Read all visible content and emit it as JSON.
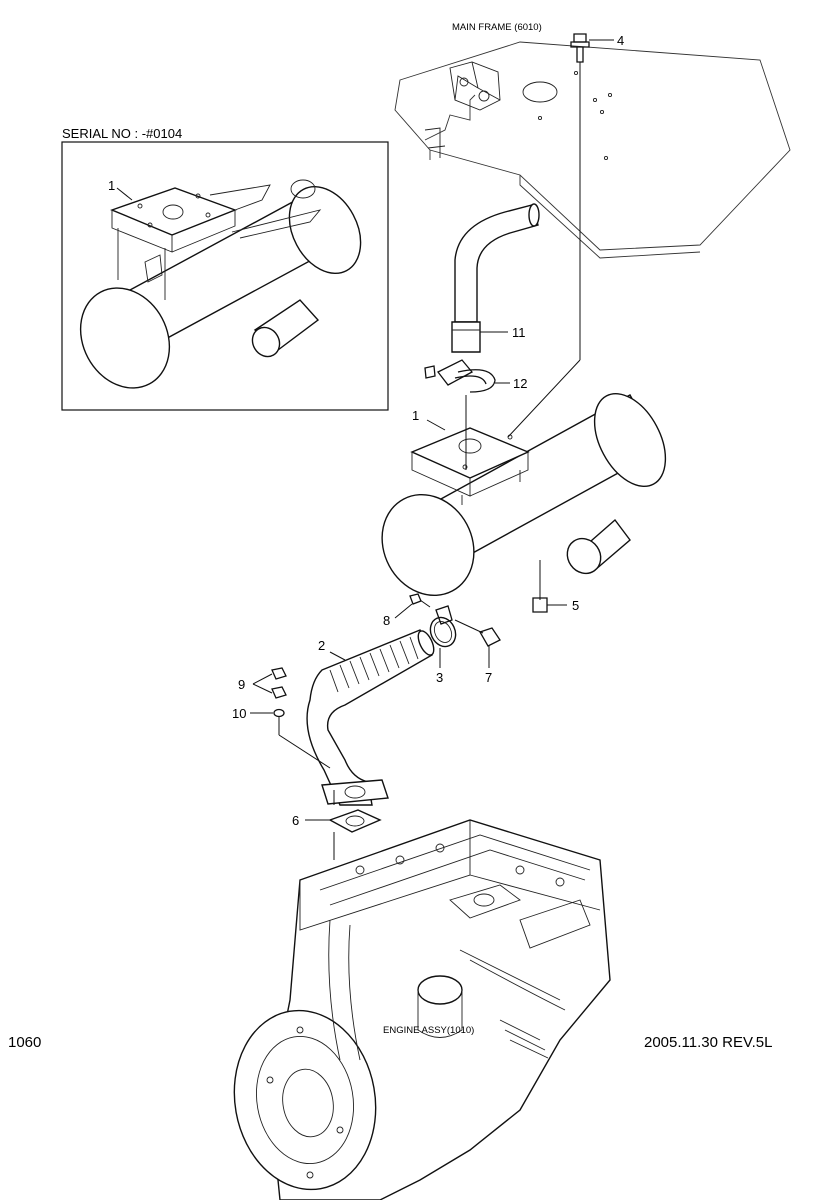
{
  "header": {
    "main_frame_ref": "MAIN FRAME (6010)",
    "serial_note": "SERIAL NO : -#0104"
  },
  "engine_ref": "ENGINE ASSY(1010)",
  "footer": {
    "page_number": "1060",
    "revision": "2005.11.30  REV.5L"
  },
  "callouts": {
    "inset_1": "1",
    "p1": "1",
    "p2": "2",
    "p3": "3",
    "p4": "4",
    "p5": "5",
    "p6": "6",
    "p7": "7",
    "p8": "8",
    "p9": "9",
    "p10": "10",
    "p11": "11",
    "p12": "12"
  }
}
